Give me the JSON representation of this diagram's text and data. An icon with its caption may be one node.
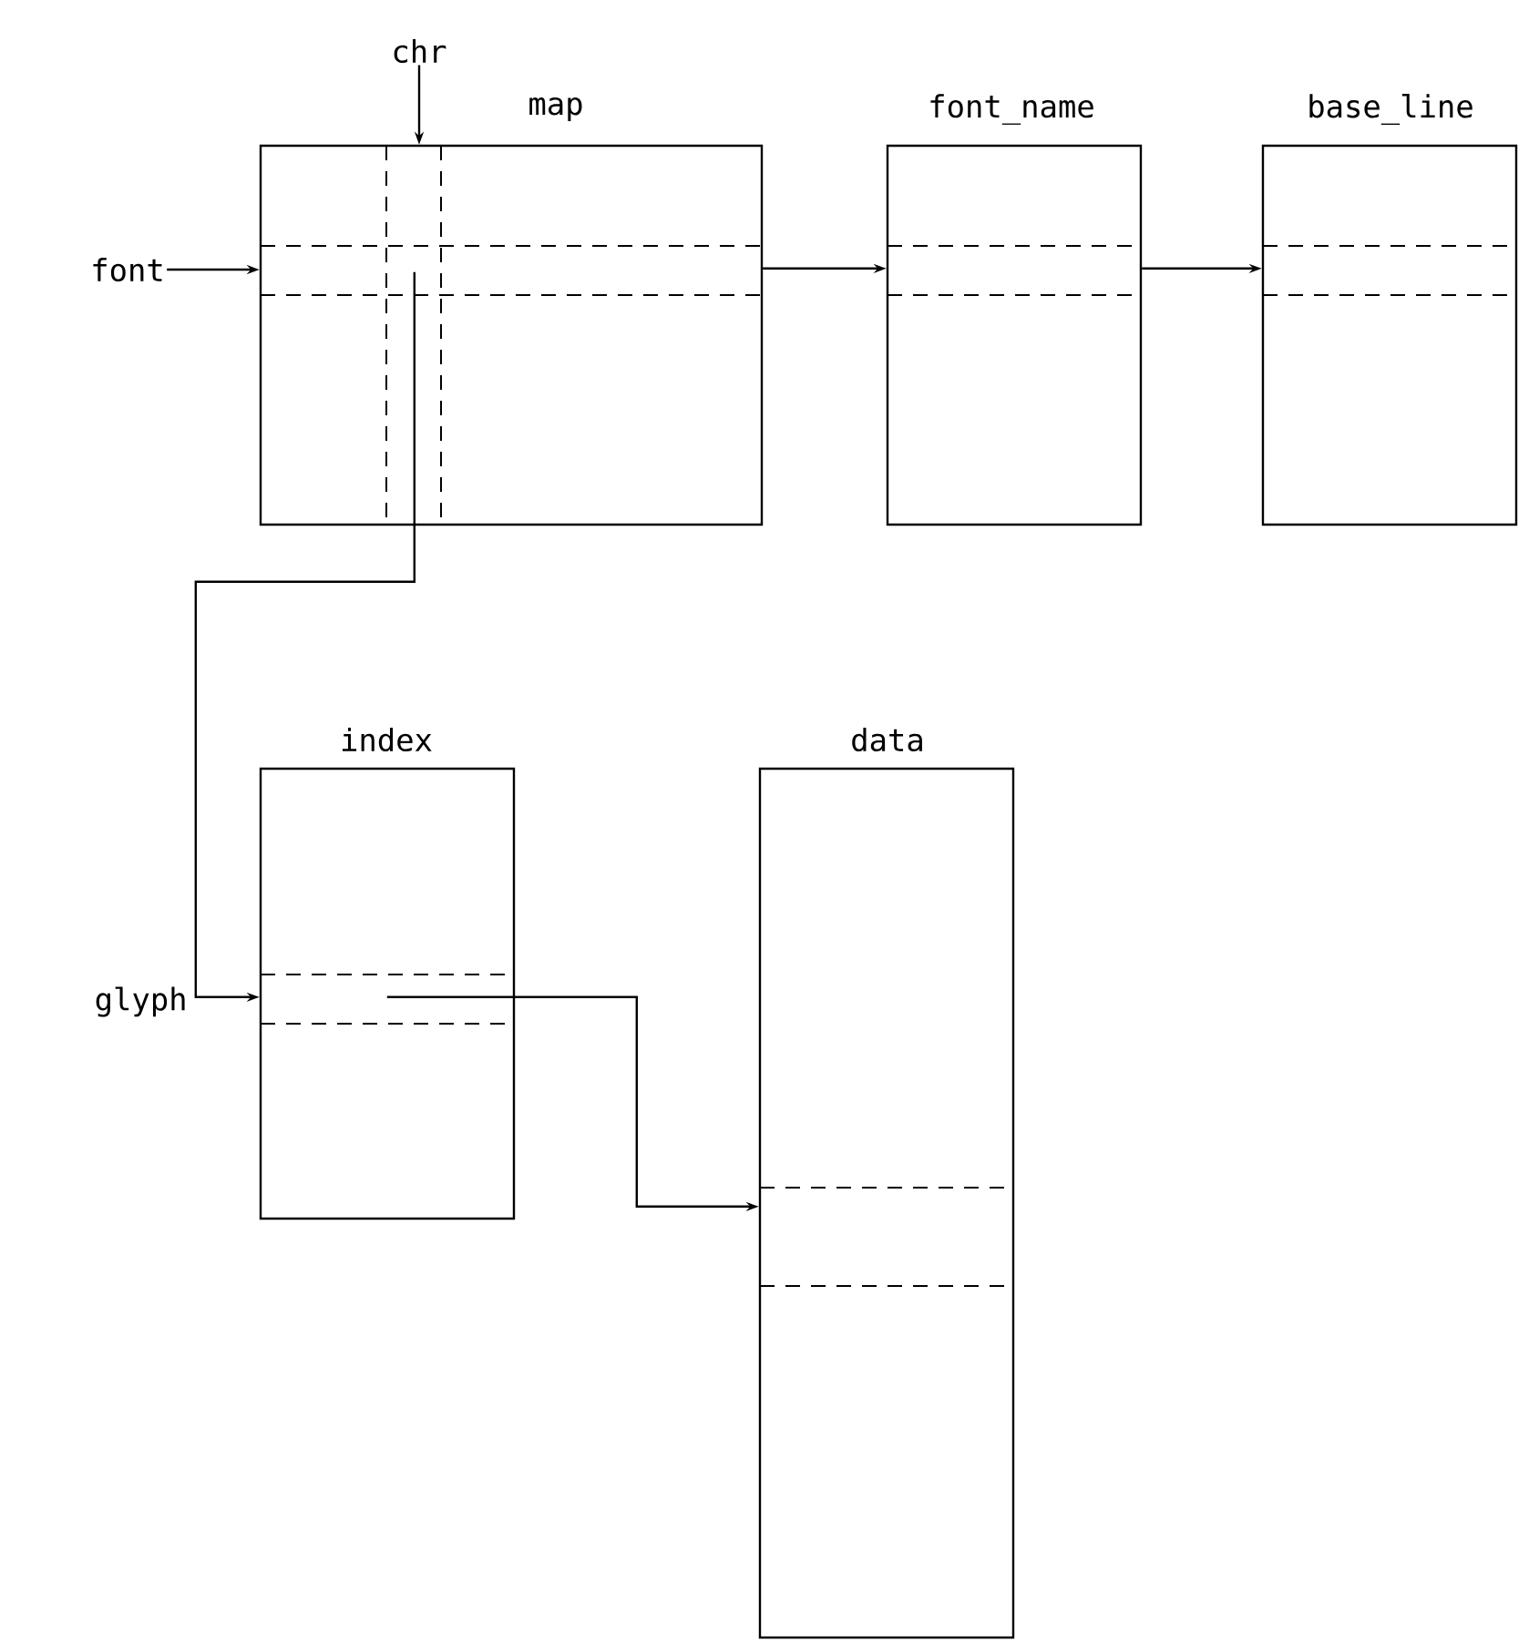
{
  "diagram": {
    "nodes": [
      {
        "text": [
          "font"
        ]
      },
      {
        "text": [
          "chr"
        ]
      },
      {
        "text": [
          "map"
        ]
      },
      {
        "text": [
          "font_name"
        ]
      },
      {
        "text": [
          "base_line"
        ]
      },
      {
        "text": [
          "index"
        ]
      },
      {
        "text": [
          "data"
        ]
      }
    ],
    "edges": [
      {
        "from": 0,
        "to": 2,
        "arrow": "to"
      },
      {
        "from": 1,
        "to": 2,
        "arrow": "to"
      },
      {
        "from": 2,
        "to": 3,
        "arrow": "to"
      },
      {
        "from": 3,
        "to": 4,
        "arrow": "to"
      },
      {
        "from": 2,
        "to": 5,
        "arrow": "to",
        "label": "glyph"
      },
      {
        "from": 5,
        "to": 6,
        "arrow": "to"
      }
    ]
  }
}
